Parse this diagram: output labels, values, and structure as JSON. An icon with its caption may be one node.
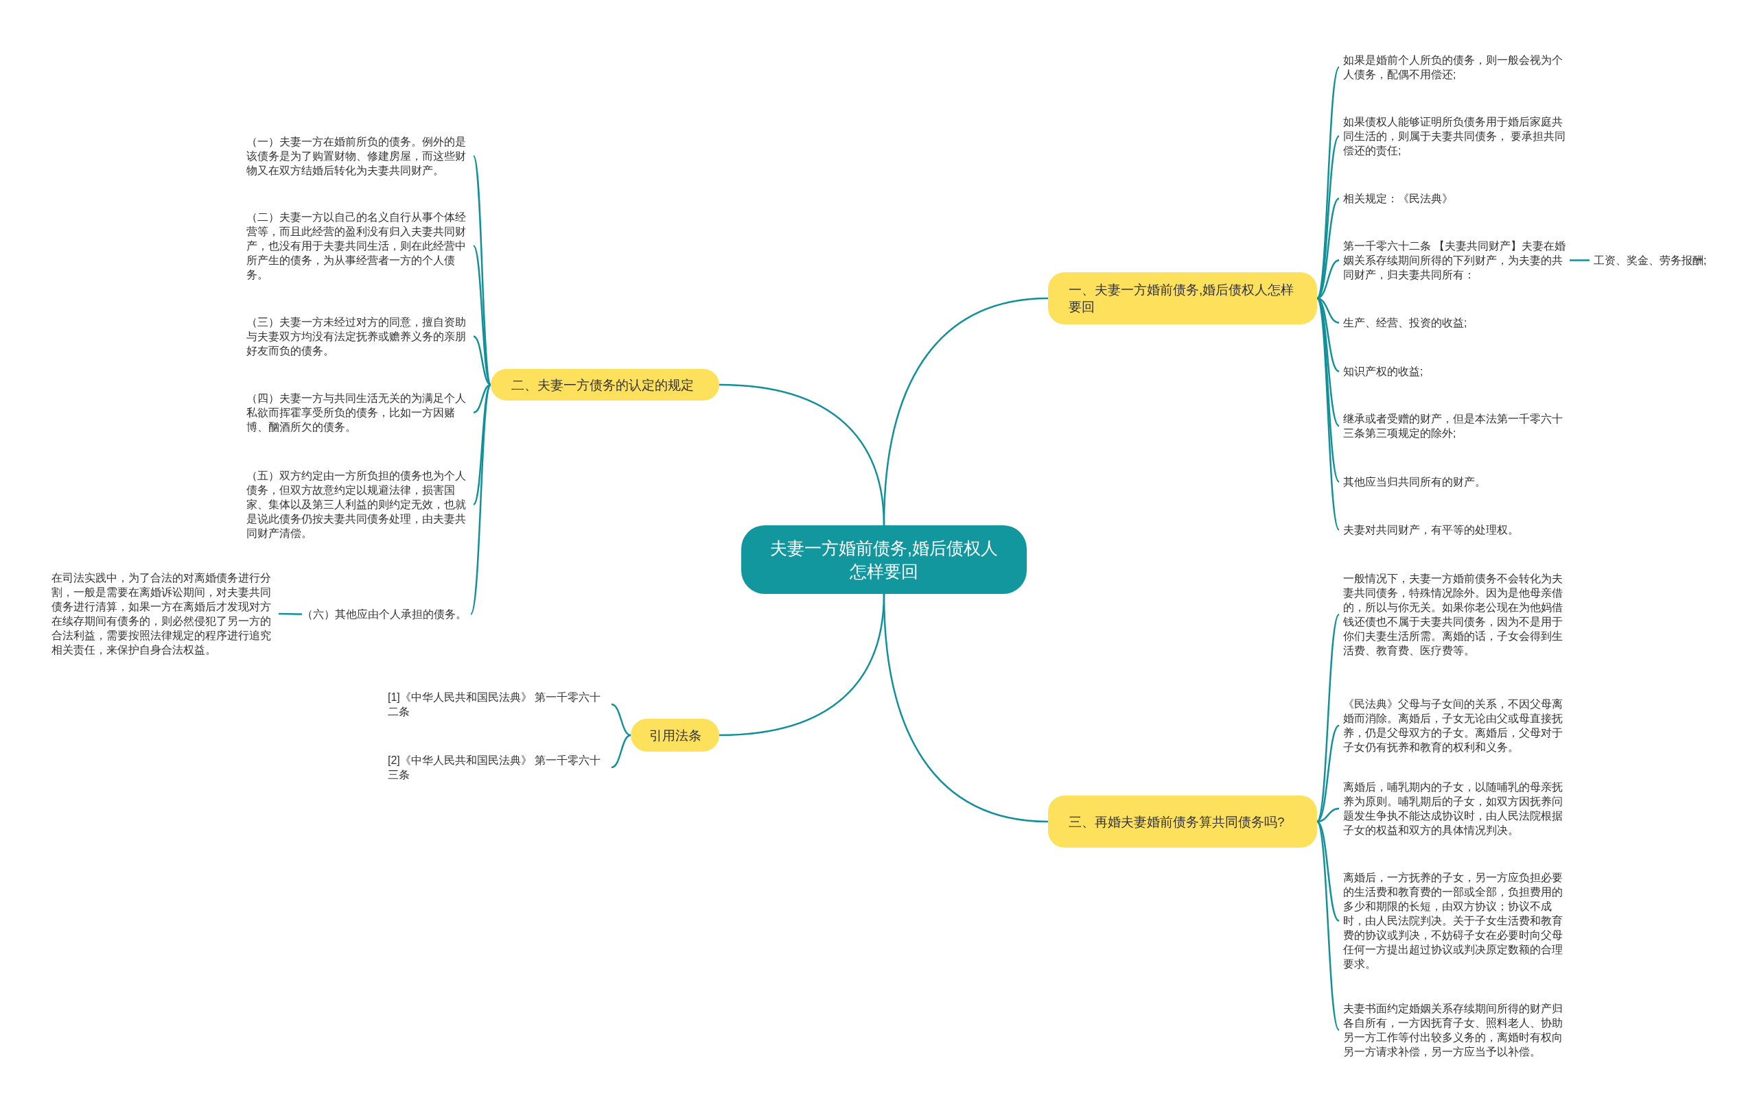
{
  "diagram": {
    "nodes": [
      {
        "text": [
          "夫妻一方婚前债务,婚后债权人怎样要回"
        ]
      },
      {
        "text": [
          "一、夫妻一方婚前债务,婚后债权人怎样要回"
        ]
      },
      {
        "text": [
          "如果是婚前个人所负的债务，则一般会视为个人债务，配偶不用偿还;"
        ]
      },
      {
        "text": [
          "如果债权人能够证明所负债务用于婚后家庭共同生活的，则属于夫妻共同债务， 要承担共同偿还的责任;"
        ]
      },
      {
        "text": [
          "相关规定：《民法典》"
        ]
      },
      {
        "text": [
          "第一千零六十二条 【夫妻共同财产】夫妻在婚姻关系存续期间所得的下列财产，为夫妻的共同财产，归夫妻共同所有："
        ]
      },
      {
        "text": [
          "工资、奖金、劳务报酬;"
        ]
      },
      {
        "text": [
          "生产、经营、投资的收益;"
        ]
      },
      {
        "text": [
          "知识产权的收益;"
        ]
      },
      {
        "text": [
          "继承或者受赠的财产，但是本法第一千零六十三条第三项规定的除外;"
        ]
      },
      {
        "text": [
          "其他应当归共同所有的财产。"
        ]
      },
      {
        "text": [
          "夫妻对共同财产，有平等的处理权。"
        ]
      },
      {
        "text": [
          "二、夫妻一方债务的认定的规定"
        ]
      },
      {
        "text": [
          "（一）夫妻一方在婚前所负的债务。例外的是该债务是为了购置财物、修建房屋，而这些财物又在双方结婚后转化为夫妻共同财产。"
        ]
      },
      {
        "text": [
          "（二）夫妻一方以自己的名义自行从事个体经营等，而且此经营的盈利没有归入夫妻共同财产，也没有用于夫妻共同生活，则在此经营中所产生的债务，为从事经营者一方的个人债务。"
        ]
      },
      {
        "text": [
          "（三）夫妻一方未经过对方的同意，擅自资助与夫妻双方均没有法定抚养或赡养义务的亲朋好友而负的债务。"
        ]
      },
      {
        "text": [
          "（四）夫妻一方与共同生活无关的为满足个人私欲而挥霍享受所负的债务，比如一方因赌博、酗酒所欠的债务。"
        ]
      },
      {
        "text": [
          "（五）双方约定由一方所负担的债务也为个人债务，但双方故意约定以规避法律，损害国家、集体以及第三人利益的则约定无效，也就是说此债务仍按夫妻共同债务处理，由夫妻共同财产清偿。"
        ]
      },
      {
        "text": [
          "（六）其他应由个人承担的债务。"
        ]
      },
      {
        "text": [
          "在司法实践中，为了合法的对离婚债务进行分割，一般是需要在离婚诉讼期间，对夫妻共同债务进行清算，如果一方在离婚后才发现对方在续存期间有债务的，则必然侵犯了另一方的合法利益，需要按照法律规定的程序进行追究相关责任，来保护自身合法权益。"
        ]
      },
      {
        "text": [
          "引用法条"
        ]
      },
      {
        "text": [
          "[1]《中华人民共和国民法典》 第一千零六十二条"
        ]
      },
      {
        "text": [
          "[2]《中华人民共和国民法典》 第一千零六十三条"
        ]
      },
      {
        "text": [
          "三、再婚夫妻婚前债务算共同债务吗?"
        ]
      },
      {
        "text": [
          "一般情况下，夫妻一方婚前债务不会转化为夫妻共同债务，特殊情况除外。因为是他母亲借的，所以与你无关。如果你老公现在为他妈借钱还债也不属于夫妻共同债务，因为不是用于你们夫妻生活所需。离婚的话，子女会得到生活费、教育费、医疗费等。"
        ]
      },
      {
        "text": [
          "《民法典》父母与子女间的关系，不因父母离婚而消除。离婚后，子女无论由父或母直接抚养，仍是父母双方的子女。离婚后，父母对于子女仍有抚养和教育的权利和义务。"
        ]
      },
      {
        "text": [
          "离婚后，哺乳期内的子女，以随哺乳的母亲抚养为原则。哺乳期后的子女，如双方因抚养问题发生争执不能达成协议时，由人民法院根据子女的权益和双方的具体情况判决。"
        ]
      },
      {
        "text": [
          "离婚后，一方抚养的子女，另一方应负担必要的生活费和教育费的一部或全部，负担费用的多少和期限的长短，由双方协议；协议不成时，由人民法院判决。关于子女生活费和教育费的协议或判决，不妨碍子女在必要时向父母任何一方提出超过协议或判决原定数额的合理要求。"
        ]
      },
      {
        "text": [
          "夫妻书面约定婚姻关系存续期间所得的财产归各自所有，一方因抚育子女、照料老人、协助另一方工作等付出较多义务的，离婚时有权向另一方请求补偿，另一方应当予以补偿。"
        ]
      }
    ],
    "edges": [
      {
        "from": 0,
        "to": 1,
        "arrow": "none"
      },
      {
        "from": 1,
        "to": 2,
        "arrow": "none"
      },
      {
        "from": 1,
        "to": 3,
        "arrow": "none"
      },
      {
        "from": 1,
        "to": 4,
        "arrow": "none"
      },
      {
        "from": 1,
        "to": 5,
        "arrow": "none"
      },
      {
        "from": 5,
        "to": 6,
        "arrow": "none"
      },
      {
        "from": 1,
        "to": 7,
        "arrow": "none"
      },
      {
        "from": 1,
        "to": 8,
        "arrow": "none"
      },
      {
        "from": 1,
        "to": 9,
        "arrow": "none"
      },
      {
        "from": 1,
        "to": 10,
        "arrow": "none"
      },
      {
        "from": 1,
        "to": 11,
        "arrow": "none"
      },
      {
        "from": 0,
        "to": 12,
        "arrow": "none"
      },
      {
        "from": 12,
        "to": 13,
        "arrow": "none"
      },
      {
        "from": 12,
        "to": 14,
        "arrow": "none"
      },
      {
        "from": 12,
        "to": 15,
        "arrow": "none"
      },
      {
        "from": 12,
        "to": 16,
        "arrow": "none"
      },
      {
        "from": 12,
        "to": 17,
        "arrow": "none"
      },
      {
        "from": 12,
        "to": 18,
        "arrow": "none"
      },
      {
        "from": 18,
        "to": 19,
        "arrow": "none"
      },
      {
        "from": 0,
        "to": 20,
        "arrow": "none"
      },
      {
        "from": 20,
        "to": 21,
        "arrow": "none"
      },
      {
        "from": 20,
        "to": 22,
        "arrow": "none"
      },
      {
        "from": 0,
        "to": 23,
        "arrow": "none"
      },
      {
        "from": 23,
        "to": 24,
        "arrow": "none"
      },
      {
        "from": 23,
        "to": 25,
        "arrow": "none"
      },
      {
        "from": 23,
        "to": 26,
        "arrow": "none"
      },
      {
        "from": 23,
        "to": 27,
        "arrow": "none"
      },
      {
        "from": 23,
        "to": 28,
        "arrow": "none"
      }
    ]
  }
}
